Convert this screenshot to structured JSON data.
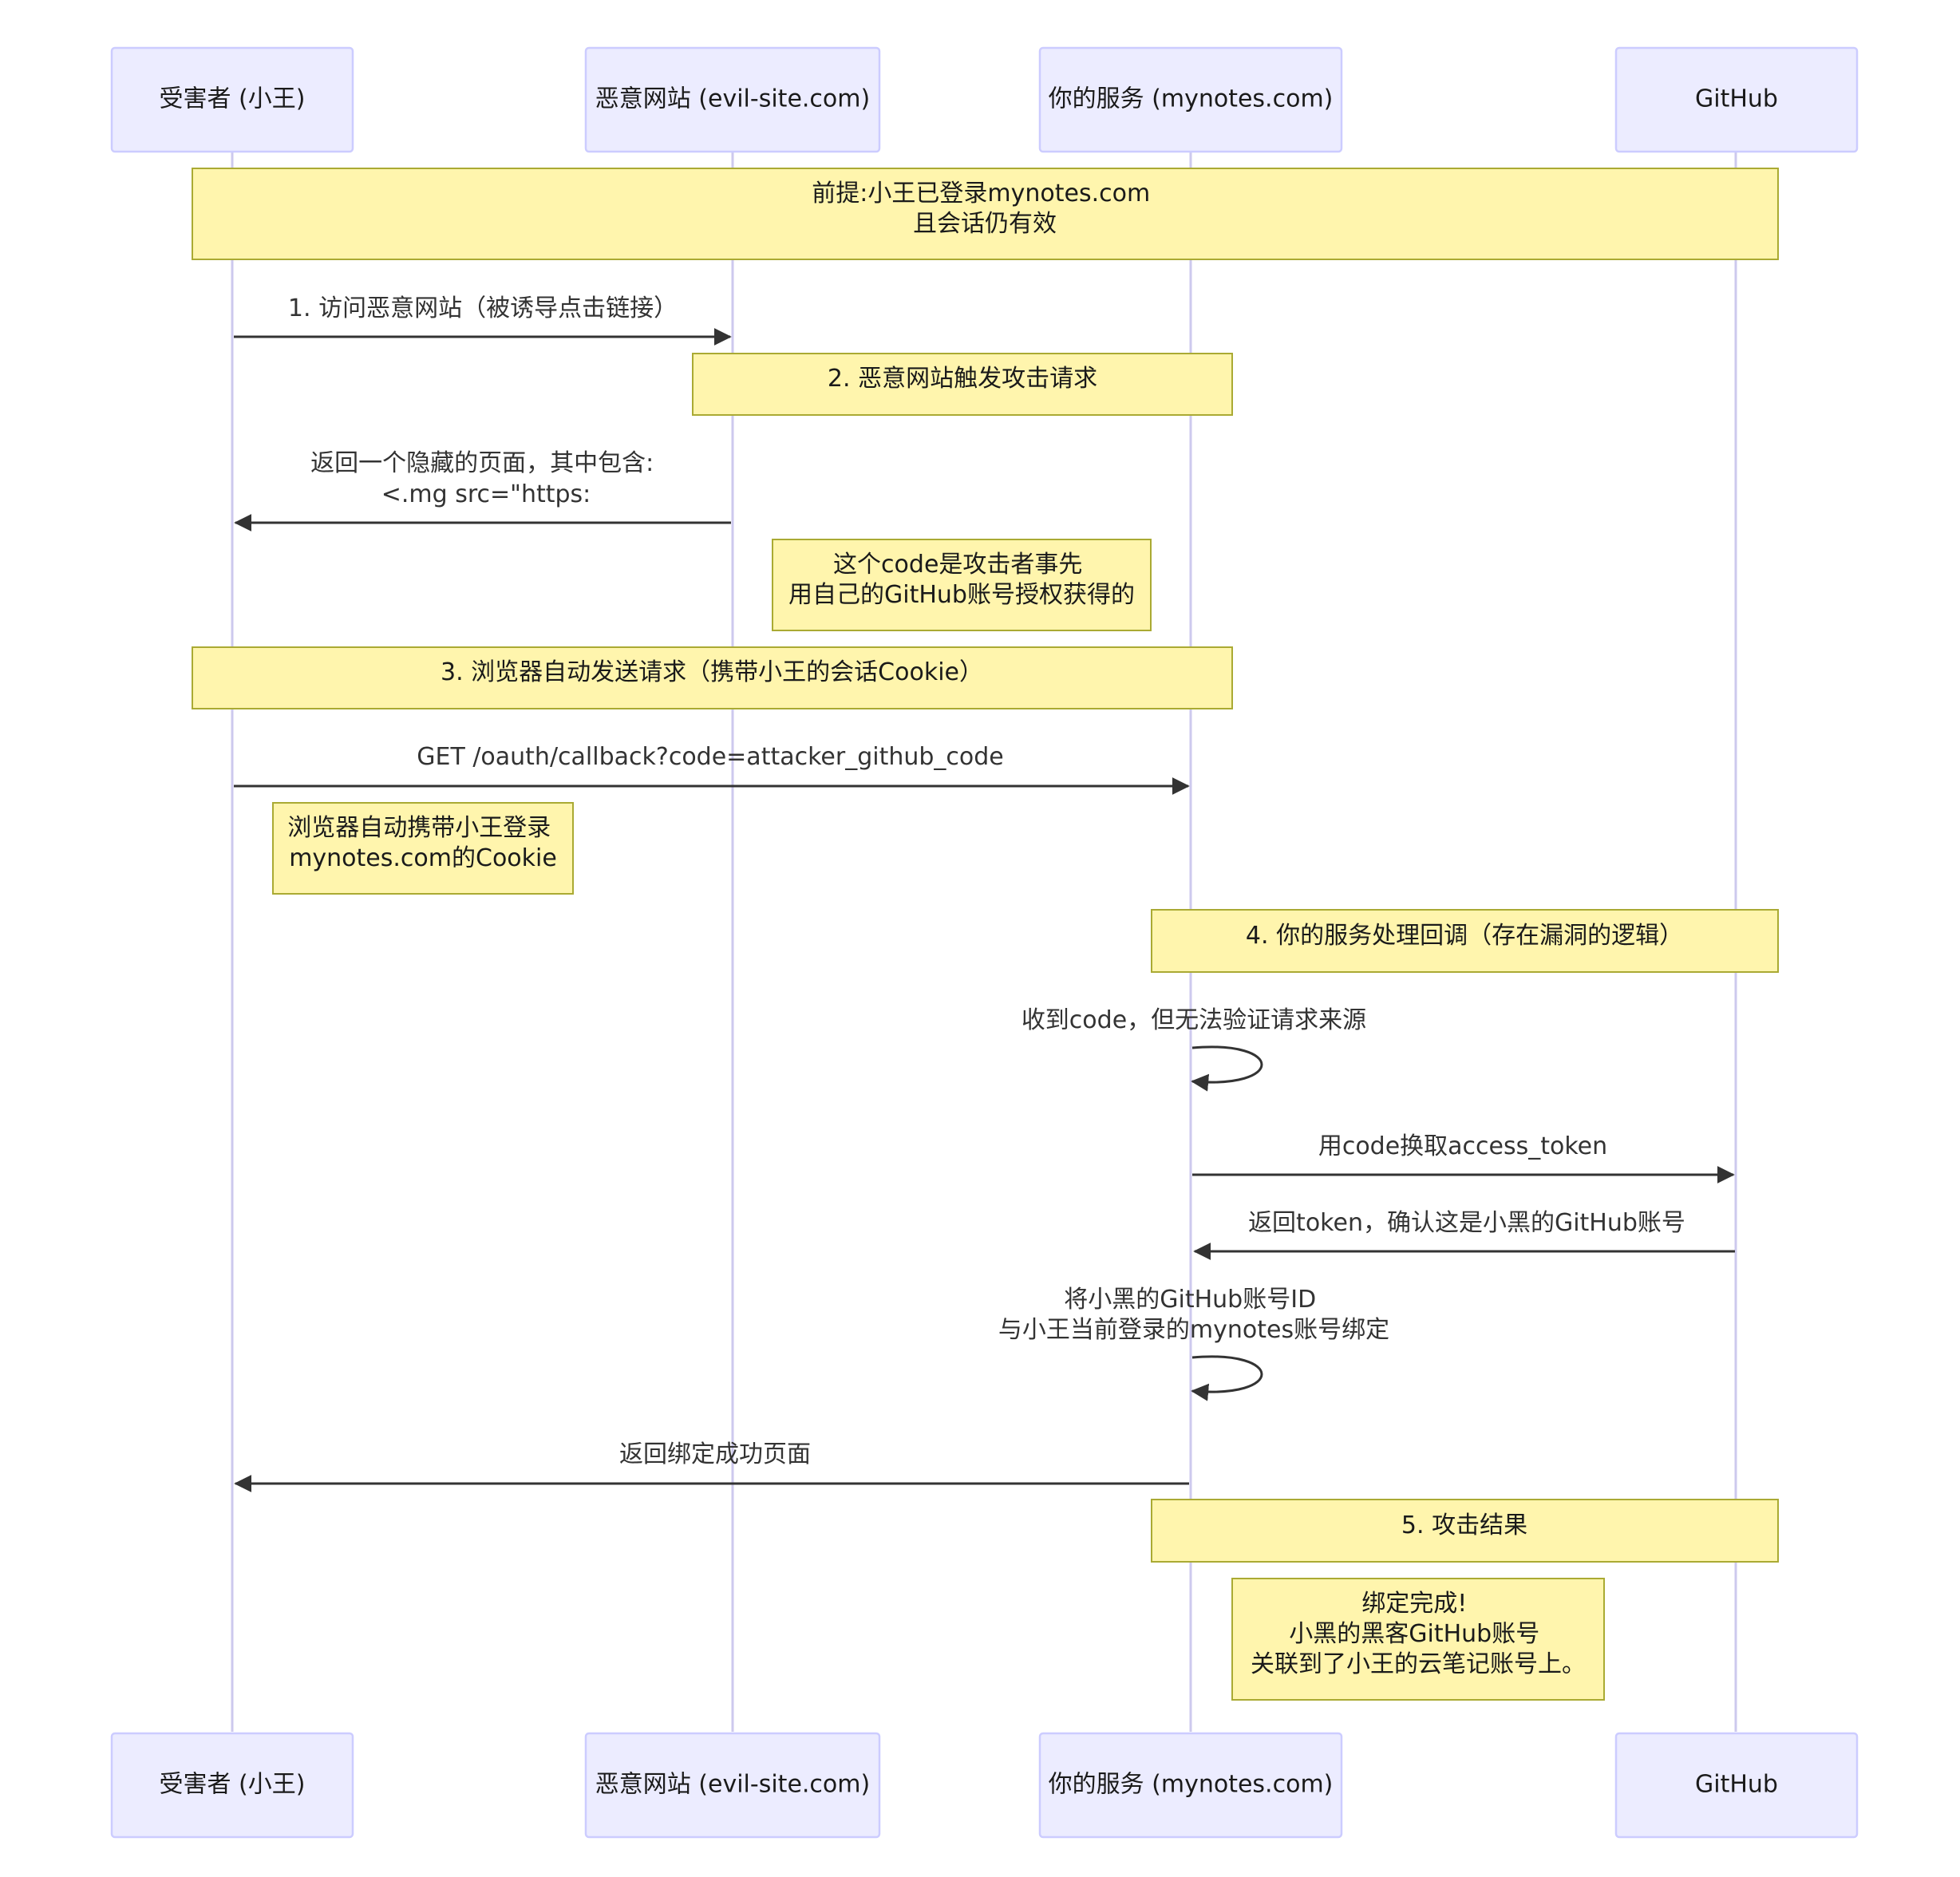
{
  "participants": {
    "victim": "受害者 (小王)",
    "evil": "恶意网站 (evil-site.com)",
    "service": "你的服务 (mynotes.com)",
    "github": "GitHub"
  },
  "notes": {
    "premise": [
      "前提:小王已登录mynotes.com",
      "且会话仍有效"
    ],
    "step2": [
      "2. 恶意网站触发攻击请求"
    ],
    "code_origin": [
      "这个code是攻击者事先",
      "用自己的GitHub账号授权获得的"
    ],
    "step3": [
      "3. 浏览器自动发送请求（携带小王的会话Cookie）"
    ],
    "cookie": [
      "浏览器自动携带小王登录",
      "mynotes.com的Cookie"
    ],
    "step4": [
      "4. 你的服务处理回调（存在漏洞的逻辑）"
    ],
    "step5": [
      "5. 攻击结果"
    ],
    "result": [
      "绑定完成!",
      "小黑的黑客GitHub账号",
      "关联到了小王的云笔记账号上。"
    ]
  },
  "messages": {
    "visit": [
      "1. 访问恶意网站（被诱导点击链接）"
    ],
    "hidden_page": [
      "返回一个隐藏的页面，其中包含:",
      "<.mg src=\"https:"
    ],
    "get_callback": [
      "GET /oauth/callback?code=attacker_github_code"
    ],
    "receive_code": [
      "收到code，但无法验证请求来源"
    ],
    "exchange_token": [
      "用code换取access_token"
    ],
    "return_token": [
      "返回token，确认这是小黑的GitHub账号"
    ],
    "bind": [
      "将小黑的GitHub账号ID",
      "与小王当前登录的mynotes账号绑定"
    ],
    "bind_success": [
      "返回绑定成功页面"
    ]
  },
  "colors": {
    "actor_fill": "#ECECFF",
    "actor_stroke": "#CCCCFF",
    "lifeline": "#CDC9EE",
    "note_fill": "#FFF5AD",
    "note_stroke": "#AAAA33",
    "arrow": "#333333"
  }
}
